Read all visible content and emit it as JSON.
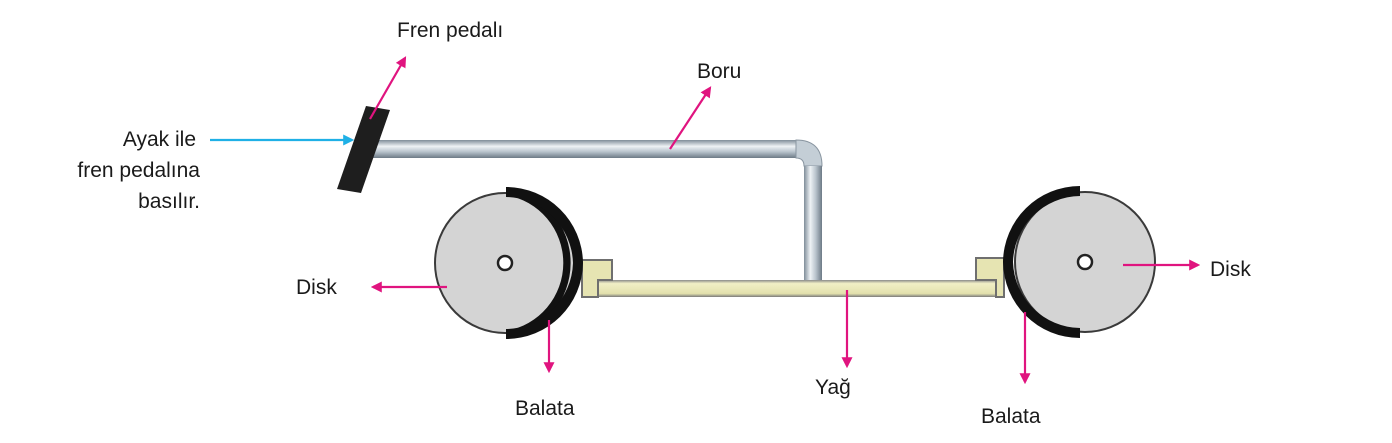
{
  "labels": {
    "fren_pedali": "Fren pedalı",
    "boru": "Boru",
    "ayak_line1": "Ayak ile",
    "ayak_line2": "fren pedalına",
    "ayak_line3": "basılır.",
    "disk_left": "Disk",
    "disk_right": "Disk",
    "balata_left": "Balata",
    "balata_right": "Balata",
    "yag": "Yağ"
  },
  "colors": {
    "arrow_magenta": "#e0147f",
    "arrow_cyan": "#1fb0e6",
    "pipe": "#aeb9c3",
    "oil": "#e6e4b2",
    "disk": "#d4d4d4",
    "pad": "#111111"
  }
}
